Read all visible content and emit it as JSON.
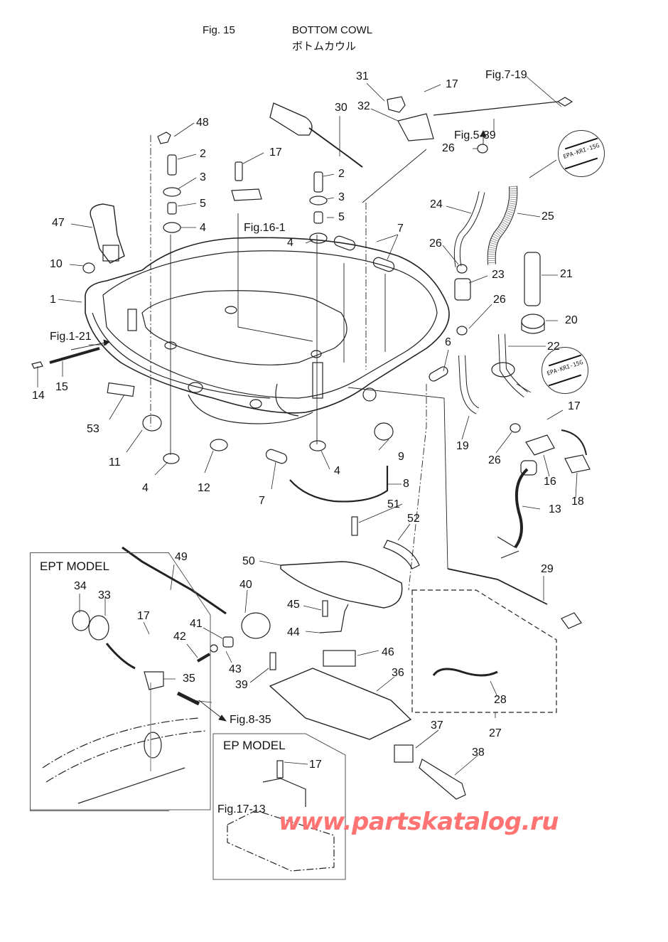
{
  "header": {
    "fig_number": "Fig. 15",
    "title_en": "BOTTOM COWL",
    "title_jp": "ボトムカウル"
  },
  "callouts": [
    {
      "id": "c48",
      "text": "48"
    },
    {
      "id": "c2a",
      "text": "2"
    },
    {
      "id": "c3a",
      "text": "3"
    },
    {
      "id": "c5a",
      "text": "5"
    },
    {
      "id": "c4a",
      "text": "4"
    },
    {
      "id": "c47",
      "text": "47"
    },
    {
      "id": "c10",
      "text": "10"
    },
    {
      "id": "c1",
      "text": "1"
    },
    {
      "id": "c14",
      "text": "14"
    },
    {
      "id": "c15",
      "text": "15"
    },
    {
      "id": "c53",
      "text": "53"
    },
    {
      "id": "c11",
      "text": "11"
    },
    {
      "id": "c4b",
      "text": "4"
    },
    {
      "id": "c12",
      "text": "12"
    },
    {
      "id": "c7a",
      "text": "7"
    },
    {
      "id": "c4c",
      "text": "4"
    },
    {
      "id": "c8",
      "text": "8"
    },
    {
      "id": "c9",
      "text": "9"
    },
    {
      "id": "c17a",
      "text": "17"
    },
    {
      "id": "c30",
      "text": "30"
    },
    {
      "id": "c31",
      "text": "31"
    },
    {
      "id": "c32",
      "text": "32"
    },
    {
      "id": "c17b",
      "text": "17"
    },
    {
      "id": "c2b",
      "text": "2"
    },
    {
      "id": "c3b",
      "text": "3"
    },
    {
      "id": "c5b",
      "text": "5"
    },
    {
      "id": "c4d",
      "text": "4"
    },
    {
      "id": "c7b",
      "text": "7"
    },
    {
      "id": "c6",
      "text": "6"
    },
    {
      "id": "c26a",
      "text": "26"
    },
    {
      "id": "c24",
      "text": "24"
    },
    {
      "id": "c25",
      "text": "25"
    },
    {
      "id": "c26b",
      "text": "26"
    },
    {
      "id": "c23",
      "text": "23"
    },
    {
      "id": "c21",
      "text": "21"
    },
    {
      "id": "c26c",
      "text": "26"
    },
    {
      "id": "c20",
      "text": "20"
    },
    {
      "id": "c22",
      "text": "22"
    },
    {
      "id": "c19",
      "text": "19"
    },
    {
      "id": "c26d",
      "text": "26"
    },
    {
      "id": "c17c",
      "text": "17"
    },
    {
      "id": "c16",
      "text": "16"
    },
    {
      "id": "c18",
      "text": "18"
    },
    {
      "id": "c13",
      "text": "13"
    },
    {
      "id": "c51",
      "text": "51"
    },
    {
      "id": "c52",
      "text": "52"
    },
    {
      "id": "c50",
      "text": "50"
    },
    {
      "id": "c29",
      "text": "29"
    },
    {
      "id": "c49",
      "text": "49"
    },
    {
      "id": "c40",
      "text": "40"
    },
    {
      "id": "c45",
      "text": "45"
    },
    {
      "id": "c44",
      "text": "44"
    },
    {
      "id": "c41",
      "text": "41"
    },
    {
      "id": "c42",
      "text": "42"
    },
    {
      "id": "c43",
      "text": "43"
    },
    {
      "id": "c46",
      "text": "46"
    },
    {
      "id": "c39",
      "text": "39"
    },
    {
      "id": "c36",
      "text": "36"
    },
    {
      "id": "c28",
      "text": "28"
    },
    {
      "id": "c27",
      "text": "27"
    },
    {
      "id": "c37",
      "text": "37"
    },
    {
      "id": "c38",
      "text": "38"
    },
    {
      "id": "c34",
      "text": "34"
    },
    {
      "id": "c33",
      "text": "33"
    },
    {
      "id": "c17d",
      "text": "17"
    },
    {
      "id": "c35",
      "text": "35"
    },
    {
      "id": "c17e",
      "text": "17"
    }
  ],
  "figure_refs": {
    "fig_7_19": "Fig.7-19",
    "fig_5_39": "Fig.5-39",
    "fig_16_1": "Fig.16-1",
    "fig_1_21": "Fig.1-21",
    "fig_8_35": "Fig.8-35",
    "fig_17_13": "Fig.17-13"
  },
  "stamps": {
    "top": "EPA-KRI-15G",
    "bottom": "EPA-KRI-15G"
  },
  "panels": {
    "ept_model": "EPT MODEL",
    "ep_model": "EP MODEL"
  },
  "watermark": "www.partskatalog.ru"
}
